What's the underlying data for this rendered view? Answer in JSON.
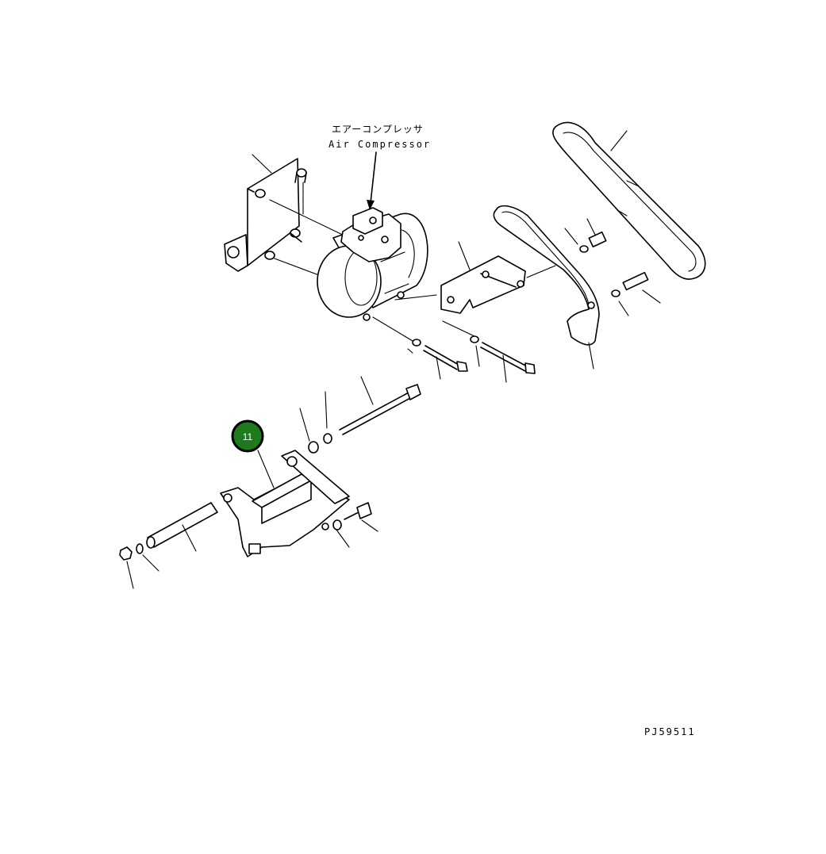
{
  "diagram": {
    "callout_jp": "エアーコンプレッサ",
    "callout_en": "Air Compressor",
    "drawing_code": "PJ59511",
    "highlight": {
      "number": "11",
      "fill": "#1f7a1f",
      "stroke": "#000000"
    }
  }
}
